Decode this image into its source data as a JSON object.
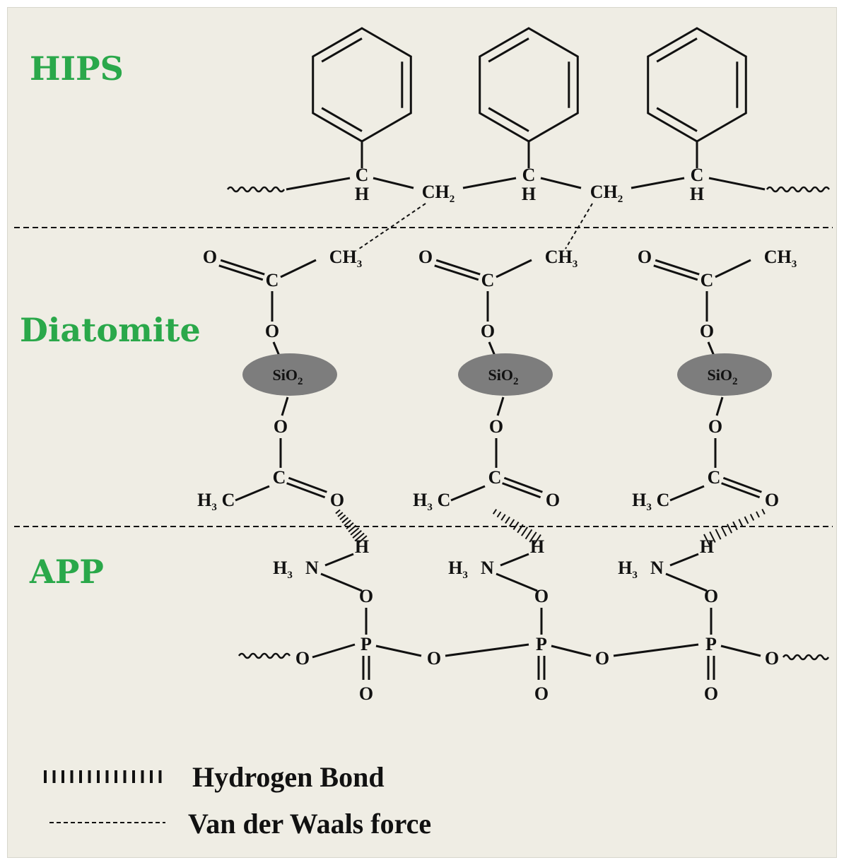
{
  "layers": {
    "top": "HIPS",
    "middle": "Diatomite",
    "bottom": "APP"
  },
  "atoms": {
    "c": "C",
    "h": "H",
    "o": "O",
    "p": "P",
    "ch2": "CH",
    "ch3": "CH",
    "h3c_h": "H",
    "h3c_c": "C",
    "h3n_h": "H",
    "h3n_n": "N",
    "sio2": "SiO",
    "sub2": "2",
    "sub3": "3"
  },
  "legend": {
    "hydrogen_bond": "Hydrogen Bond",
    "van_der_waals": "Van der Waals force"
  },
  "colors": {
    "label_green": "#2aa84a",
    "background": "#efede4",
    "sio2_fill": "#7d7d7d"
  }
}
